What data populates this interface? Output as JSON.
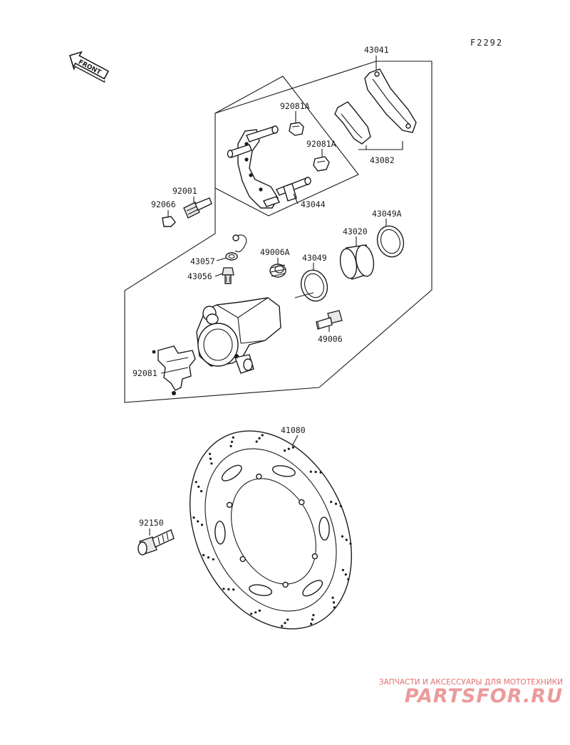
{
  "figure_code": "F2292",
  "front_label": "FRONT",
  "labels": {
    "p43041": "43041",
    "p92081A_1": "92081A",
    "p92081A_2": "92081A",
    "p43082": "43082",
    "p92001": "92001",
    "p92066": "92066",
    "p43044": "43044",
    "p43057": "43057",
    "p43056": "43056",
    "p49006A": "49006A",
    "p43049": "43049",
    "p43020": "43020",
    "p43049A": "43049A",
    "p49006": "49006",
    "p92081": "92081",
    "p41080": "41080",
    "p92150": "92150"
  },
  "watermark": {
    "tagline": "ЗАПЧАСТИ И АКСЕССУАРЫ ДЛЯ МОТОТЕХНИКИ",
    "logo": "PARTSFOR.RU"
  },
  "colors": {
    "ink": "#1a1a1a",
    "watermark": "#e07070"
  }
}
